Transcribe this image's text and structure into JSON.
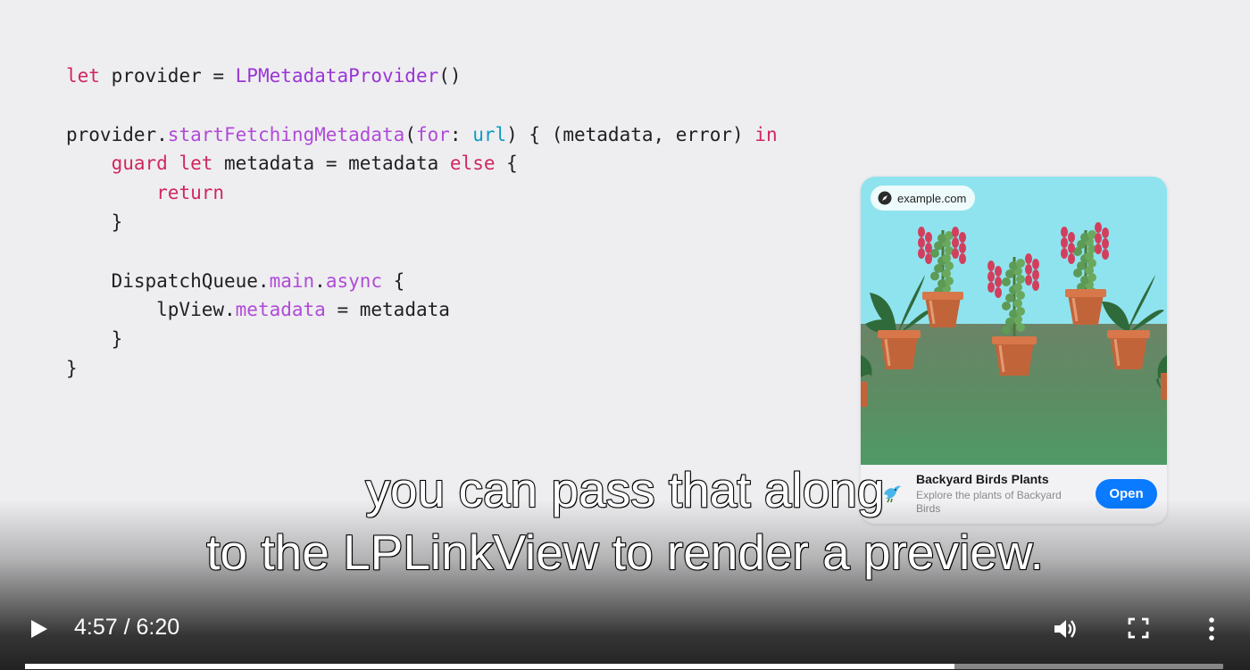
{
  "code": {
    "lines": [
      [
        {
          "t": "let",
          "c": "kw"
        },
        {
          "t": " provider = ",
          "c": "plain"
        },
        {
          "t": "LPMetadataProvider",
          "c": "type"
        },
        {
          "t": "()",
          "c": "plain"
        }
      ],
      [],
      [
        {
          "t": "provider.",
          "c": "plain"
        },
        {
          "t": "startFetchingMetadata",
          "c": "fn"
        },
        {
          "t": "(",
          "c": "plain"
        },
        {
          "t": "for",
          "c": "fn"
        },
        {
          "t": ": ",
          "c": "plain"
        },
        {
          "t": "url",
          "c": "var"
        },
        {
          "t": ") { (metadata, error) ",
          "c": "plain"
        },
        {
          "t": "in",
          "c": "kw"
        }
      ],
      [
        {
          "t": "    ",
          "c": "plain"
        },
        {
          "t": "guard",
          "c": "kw"
        },
        {
          "t": " ",
          "c": "plain"
        },
        {
          "t": "let",
          "c": "kw"
        },
        {
          "t": " metadata = metadata ",
          "c": "plain"
        },
        {
          "t": "else",
          "c": "kw"
        },
        {
          "t": " {",
          "c": "plain"
        }
      ],
      [
        {
          "t": "        ",
          "c": "plain"
        },
        {
          "t": "return",
          "c": "kw"
        }
      ],
      [
        {
          "t": "    }",
          "c": "plain"
        }
      ],
      [],
      [
        {
          "t": "    DispatchQueue.",
          "c": "plain"
        },
        {
          "t": "main",
          "c": "prop"
        },
        {
          "t": ".",
          "c": "plain"
        },
        {
          "t": "async",
          "c": "prop"
        },
        {
          "t": " {",
          "c": "plain"
        }
      ],
      [
        {
          "t": "        lpView.",
          "c": "plain"
        },
        {
          "t": "metadata",
          "c": "prop"
        },
        {
          "t": " = metadata",
          "c": "plain"
        }
      ],
      [
        {
          "t": "    }",
          "c": "plain"
        }
      ],
      [
        {
          "t": "}",
          "c": "plain"
        }
      ]
    ]
  },
  "preview_card": {
    "domain": "example.com",
    "title": "Backyard Birds Plants",
    "description": "Explore the plants of Backyard Birds",
    "open_label": "Open",
    "sky_color": "#8fe3ee",
    "ground_color": "#5a8a62",
    "button_color": "#0a7aff"
  },
  "subtitles": {
    "line1": "you can pass that along",
    "line2": "to the LPLinkView to render a preview."
  },
  "player": {
    "time": "4:57 / 6:20",
    "current_time": "4:57",
    "duration": "6:20",
    "progress_fraction": 0.776
  },
  "icons": {
    "play": "play-icon",
    "volume": "volume-icon",
    "fullscreen": "fullscreen-icon",
    "more": "more-vertical-icon",
    "compass": "compass-icon"
  }
}
